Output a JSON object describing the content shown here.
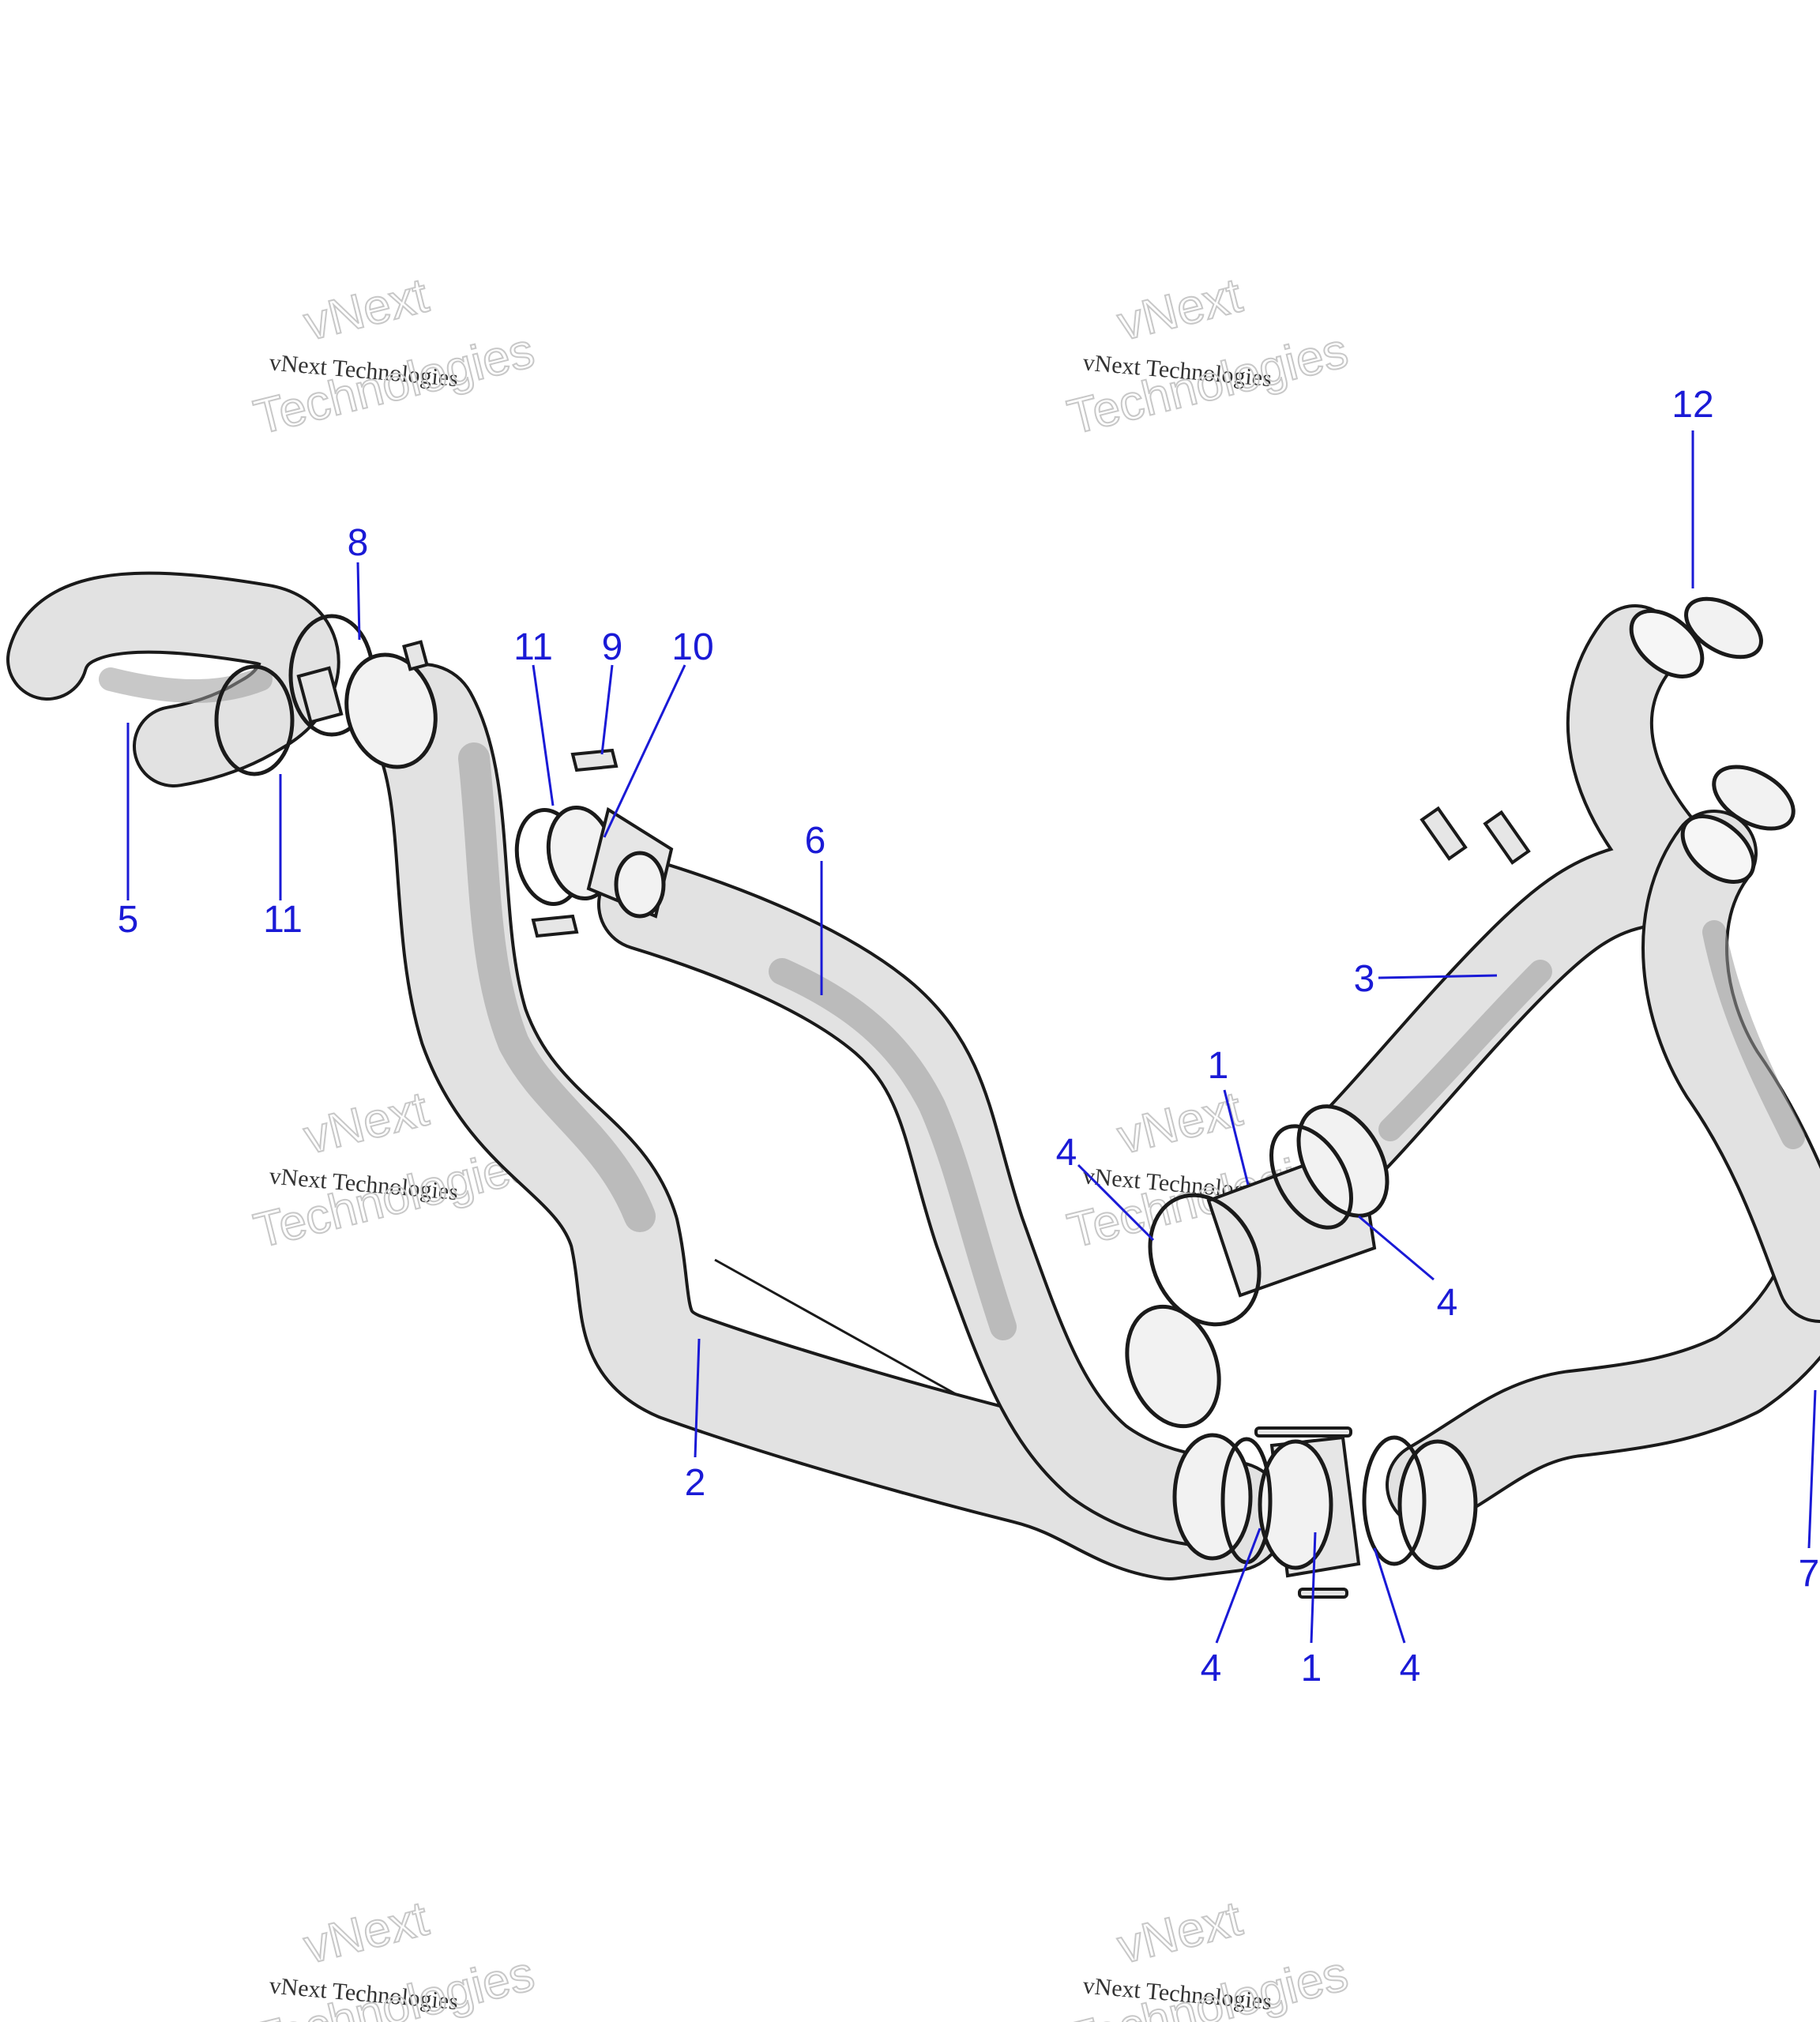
{
  "watermark": {
    "line_top": "vNext",
    "line_mid": "vNext Technologies",
    "line_big": "Technologies"
  },
  "callouts": [
    "12",
    "8",
    "11",
    "9",
    "10",
    "5",
    "11",
    "6",
    "3",
    "1",
    "4",
    "4",
    "2",
    "4",
    "1",
    "4",
    "7"
  ],
  "colors": {
    "callout": "#1a1ad6",
    "outline": "#1a1a1a",
    "pipe_fill": "#e2e2e2",
    "pipe_shade": "#9a9a9a"
  }
}
